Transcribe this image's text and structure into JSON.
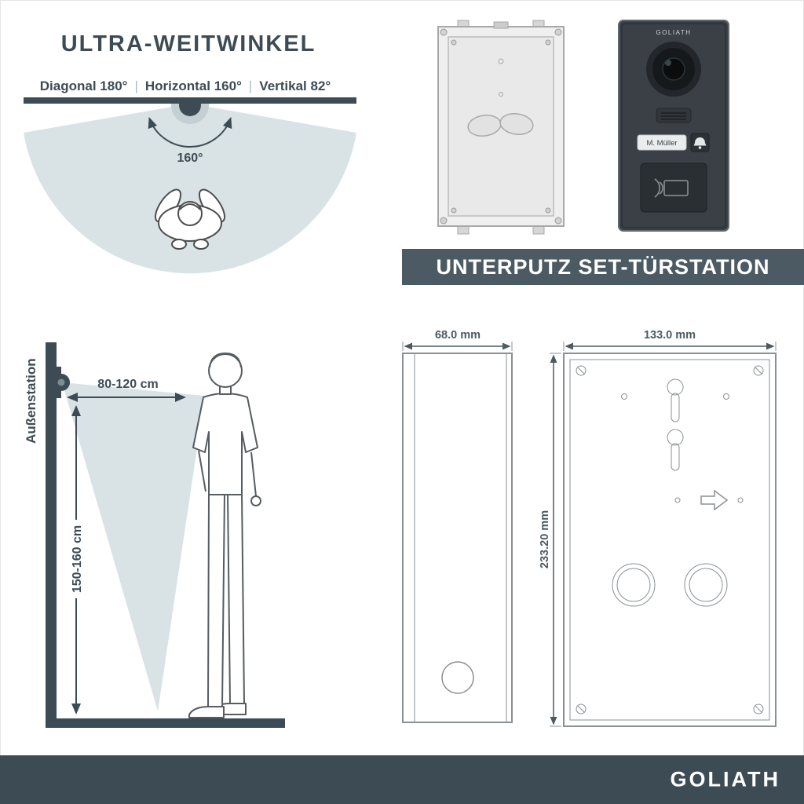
{
  "colors": {
    "accent_dark": "#3d4c54",
    "banner_bg": "#4c5b63",
    "footer_bg": "#3d4c54",
    "light_fill": "#d9e3e6",
    "device_panel": "#3a4046"
  },
  "top_left": {
    "title": "ULTRA-WEITWINKEL",
    "spec_diagonal": "Diagonal 180°",
    "spec_horizontal": "Horizontal 160°",
    "spec_vertical": "Vertikal 82°",
    "separator": "|",
    "angle_label": "160°"
  },
  "top_right": {
    "banner_title": "UNTERPUTZ SET-TÜRSTATION",
    "device_brand": "GOLIATH",
    "nameplate": "M. Müller"
  },
  "bottom_left": {
    "wall_label": "Außenstation",
    "distance_label": "80-120 cm",
    "height_label": "150-160 cm"
  },
  "bottom_right": {
    "depth_label": "68.0 mm",
    "width_label": "133.0 mm",
    "height_label": "233.20 mm"
  },
  "footer": {
    "brand": "GOLIATH"
  }
}
